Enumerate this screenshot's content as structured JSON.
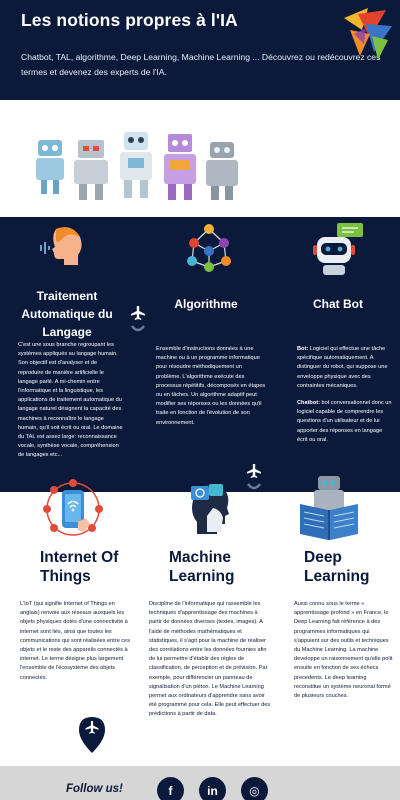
{
  "header": {
    "title": "Les notions propres à l'IA",
    "description": "Chatbot, TAL, algorithme, Deep Learning, Machine Learning ... Découvrez ou redécouvrez ces termes et devenez des experts de l'IA."
  },
  "notions_top": [
    {
      "title": "Traitement Automatique du Langage",
      "icon": "speaking-head-icon",
      "text": "C'est une sous branche regroupant les systèmes appliqués au langage humain. Son objectif est d'analyser et de reproduire de manière artificielle le langage parlé. A mi-chemin entre l'informatique et la linguistique, les applications de traitement automatique du langage naturel désignent la capacité des machines à reconnaître le langage humain, qu'il soit écrit ou oral. Le domaine du TAL est assez large: reconnaissance vocale, synthèse vocale, compréhension de langages etc..."
    },
    {
      "title": "Algorithme",
      "icon": "network-nodes-icon",
      "text": "Ensemble d'instructions données à une machine ou à un programme informatique pour résoudre méthodiquement un problème. L'algorithme exécute des processus répétitifs, décomposés en étapes ou en tâches. Un algorithme adaptif peut modifier ses réponses ou les données qu'il traite en fonction de l'évolution de son environnement."
    },
    {
      "title": "Chat Bot",
      "icon": "chatbot-robot-icon",
      "text_bold": "Bot:",
      "text": " Logiciel qui effectue une tâche spécifique automatiquement. A distinguer du robot, qui suppose une enveloppe physique avec des contraintes mécaniques.",
      "text2_bold": "Chatbot:",
      "text2": " bot conversationnel donc un logiciel capable de comprendre les questions d'un utilisateur et de lui apporter des réponses en langage écrit ou oral."
    }
  ],
  "notions_bottom": [
    {
      "title": "Internet Of Things",
      "icon": "iot-phone-icon",
      "text": "L'IoT (qui signifie Internet of Things en anglais) renvoie aux réseaux auxquels les objets physiques dotés d'une connectivité à internet sont liés, ainsi que toutes les communications qui sont réalisées entre ces objets et le reste des appareils connectés à internet. Le terme désigne plus largement l'ensemble de l'écosystème des objets connectés."
    },
    {
      "title": "Machine Learning",
      "icon": "machine-learning-head-icon",
      "text": "Discipline de l'informatique qui rassemble les techniques d'apprentissage des machines à partir de données diverses (textes, images). A l'aide de méthodes mathématiques et statistiques, il s'agit pour la machine de réaliser des corrélations entre les données fournies afin de lui permettre d'établir des règles de classification, de perception et de prévision. Par exemple, pour différencier un panneau de signalisation d'un piéton. Le Machine Learning permet aux ordinateurs d'apprendre sans avoir été programmé pour cela. Elle peut effectuer des prédictions à partir de data."
    },
    {
      "title": "Deep Learning",
      "icon": "robot-book-icon",
      "text": "Aussi connu sous le terme « apprentissage profond » en France, le Deep Learning fait référence à des programmes informatiques qui s'appuient sur des outils et techniques du Machine Learning. La machine developpe un raisonnement qu'elle polit ensuite en fonction de ses échecs precedents. Le deep learning reconstitue un système neuronal formé de plusieurs couches."
    }
  ],
  "footer": {
    "follow_label": "Follow us!",
    "social": [
      {
        "name": "facebook",
        "glyph": "f"
      },
      {
        "name": "linkedin",
        "glyph": "in"
      },
      {
        "name": "instagram",
        "glyph": "◎"
      }
    ]
  },
  "colors": {
    "navy": "#0b1a3a",
    "footer_grey": "#d6d6d6",
    "accent_orange": "#f28c28",
    "accent_red": "#d9343d"
  }
}
